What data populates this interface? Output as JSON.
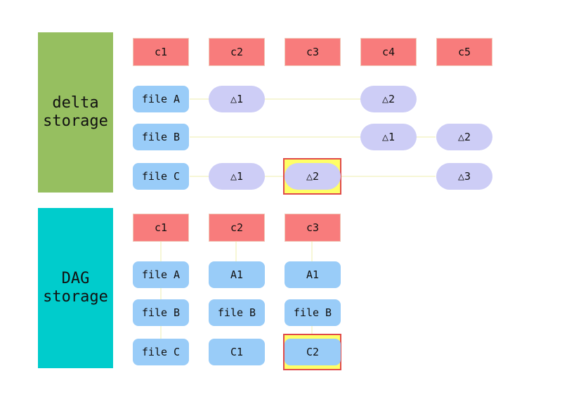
{
  "delta_section": {
    "label": "delta\nstorage",
    "color": "#96bf60",
    "commits": [
      "c1",
      "c2",
      "c3",
      "c4",
      "c5"
    ],
    "files": [
      "file A",
      "file B",
      "file C"
    ],
    "deltas": {
      "a_c2": "△1",
      "a_c4": "△2",
      "b_c4": "△1",
      "b_c5": "△2",
      "c_c2": "△1",
      "c_c3": "△2",
      "c_c5": "△3"
    }
  },
  "dag_section": {
    "label": "DAG\nstorage",
    "color": "#00cccc",
    "commits": [
      "c1",
      "c2",
      "c3"
    ],
    "rows": [
      [
        "file A",
        "A1",
        "A1"
      ],
      [
        "file B",
        "file B",
        "file B"
      ],
      [
        "file C",
        "C1",
        "C2"
      ]
    ]
  },
  "colors": {
    "commit": "#f87c7c",
    "file": "#99ccf8",
    "delta": "#cdcdf6",
    "highlight_fill": "#ffff66",
    "highlight_border": "#e04a4a",
    "connector": "#f4f4c8"
  }
}
